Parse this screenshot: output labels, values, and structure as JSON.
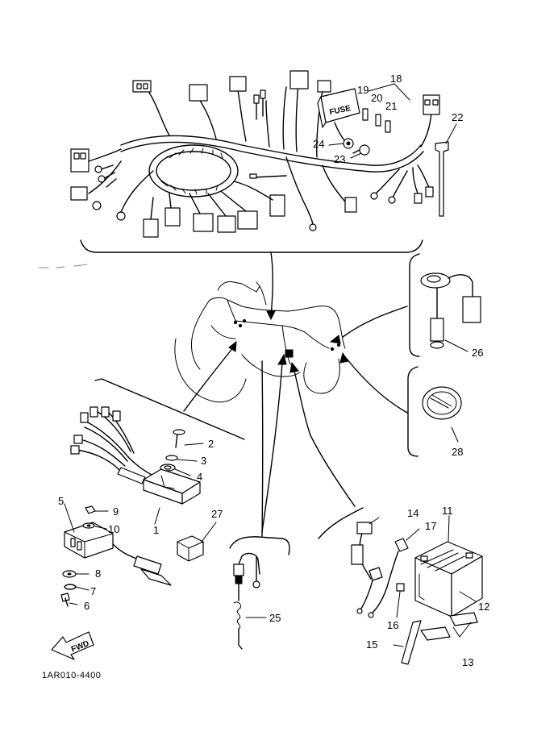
{
  "diagram": {
    "fuse_box_label": "FUSE",
    "drawing_code": "1AR010-4400",
    "fwd_label": "FWD",
    "parts": [
      {
        "id": "p1",
        "label": "1"
      },
      {
        "id": "p2",
        "label": "2"
      },
      {
        "id": "p3",
        "label": "3"
      },
      {
        "id": "p4",
        "label": "4"
      },
      {
        "id": "p5",
        "label": "5"
      },
      {
        "id": "p6",
        "label": "6"
      },
      {
        "id": "p7",
        "label": "7"
      },
      {
        "id": "p8",
        "label": "8"
      },
      {
        "id": "p9",
        "label": "9"
      },
      {
        "id": "p10",
        "label": "10"
      },
      {
        "id": "p11",
        "label": "11"
      },
      {
        "id": "p12",
        "label": "12"
      },
      {
        "id": "p13",
        "label": "13"
      },
      {
        "id": "p14",
        "label": "14"
      },
      {
        "id": "p15",
        "label": "15"
      },
      {
        "id": "p16",
        "label": "16"
      },
      {
        "id": "p17",
        "label": "17"
      },
      {
        "id": "p18",
        "label": "18"
      },
      {
        "id": "p19",
        "label": "19"
      },
      {
        "id": "p20",
        "label": "20"
      },
      {
        "id": "p21",
        "label": "21"
      },
      {
        "id": "p22",
        "label": "22"
      },
      {
        "id": "p23",
        "label": "23"
      },
      {
        "id": "p24",
        "label": "24"
      },
      {
        "id": "p25",
        "label": "25"
      },
      {
        "id": "p26",
        "label": "26"
      },
      {
        "id": "p27",
        "label": "27"
      },
      {
        "id": "p28",
        "label": "28"
      }
    ]
  }
}
